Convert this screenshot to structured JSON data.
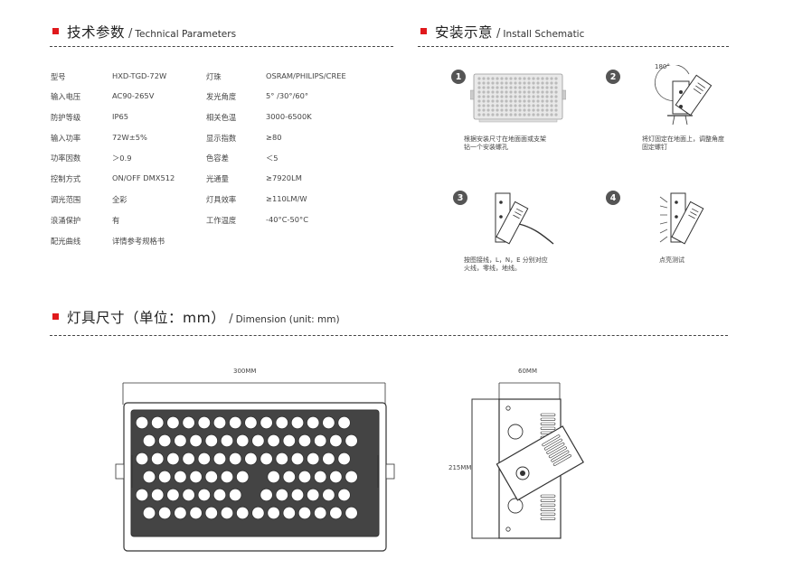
{
  "sections": {
    "tech": {
      "zh": "技术参数",
      "sep": "/",
      "en": "Technical Parameters"
    },
    "install": {
      "zh": "安装示意",
      "sep": "/",
      "en": "Install Schematic"
    },
    "dimension": {
      "zh": "灯具尺寸（单位：mm）",
      "sep": "/",
      "en": "Dimension (unit: mm)"
    }
  },
  "params_left": [
    {
      "label": "型号",
      "value": "HXD-TGD-72W"
    },
    {
      "label": "输入电压",
      "value": "AC90-265V"
    },
    {
      "label": "防护等级",
      "value": "IP65"
    },
    {
      "label": "输入功率",
      "value": "72W±5%"
    },
    {
      "label": "功率因数",
      "value": "＞0.9"
    },
    {
      "label": "控制方式",
      "value": "ON/OFF  DMX512"
    },
    {
      "label": "调光范围",
      "value": "全彩"
    },
    {
      "label": "浪涌保护",
      "value": "有"
    },
    {
      "label": "配光曲线",
      "value": "详情参考规格书"
    }
  ],
  "params_right": [
    {
      "label": "灯珠",
      "value": "OSRAM/PHILIPS/CREE"
    },
    {
      "label": "发光角度",
      "value": "5° /30°/60°"
    },
    {
      "label": "相关色温",
      "value": "3000-6500K"
    },
    {
      "label": "显示指数",
      "value": "≥80"
    },
    {
      "label": "色容差",
      "value": "＜5"
    },
    {
      "label": "光通量",
      "value": "≥7920LM"
    },
    {
      "label": "灯具效率",
      "value": "≥110LM/W"
    },
    {
      "label": "工作温度",
      "value": "-40°C-50°C"
    }
  ],
  "install_steps": [
    {
      "num": "1",
      "caption_l1": "根据安装尺寸在地面面或支架",
      "caption_l2": "钻一个安装螺孔"
    },
    {
      "num": "2",
      "caption_l1": "将灯固定在地面上，调整角度",
      "caption_l2": "固定螺钉",
      "angle": "180°"
    },
    {
      "num": "3",
      "caption_l1": "按图接线，L，N，E 分别对应",
      "caption_l2": "火线，零线，地线。"
    },
    {
      "num": "4",
      "caption_l1": "点亮测试",
      "caption_l2": ""
    }
  ],
  "dimensions": {
    "width": "300MM",
    "depth": "60MM",
    "height": "215MM"
  }
}
